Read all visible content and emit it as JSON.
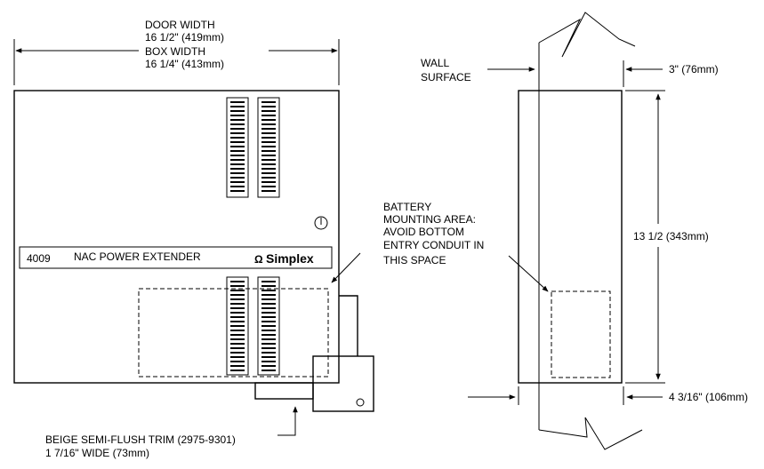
{
  "front_view": {
    "door_width_line1": "DOOR WIDTH",
    "door_width_line2": "16 1/2\" (419mm)",
    "box_width_line1": "BOX WIDTH",
    "box_width_line2": "16 1/4\" (413mm)",
    "model_number": "4009",
    "product_name": "NAC POWER EXTENDER",
    "brand": "Simplex",
    "trim_line1": "BEIGE SEMI-FLUSH TRIM (2975-9301)",
    "trim_line2": "1 7/16\" WIDE (73mm)"
  },
  "battery_note": {
    "line1": "BATTERY",
    "line2": "MOUNTING AREA:",
    "line3": "AVOID BOTTOM",
    "line4": "ENTRY CONDUIT IN",
    "line5": "THIS SPACE"
  },
  "side_view": {
    "wall_line1": "WALL",
    "wall_line2": "SURFACE",
    "depth_top": "3\" (76mm)",
    "height": "13 1/2 (343mm)",
    "depth_bottom": "4 3/16\" (106mm)"
  }
}
